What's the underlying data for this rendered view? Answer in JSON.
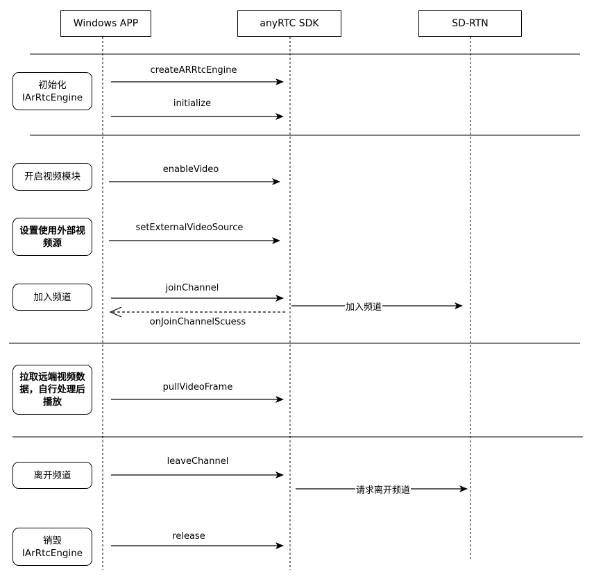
{
  "participants": [
    {
      "id": "app",
      "label": "Windows APP"
    },
    {
      "id": "sdk",
      "label": "anyRTC SDK"
    },
    {
      "id": "rtn",
      "label": "SD-RTN"
    }
  ],
  "steps": [
    {
      "label": "初始化\nIArRtcEngine",
      "bold": false
    },
    {
      "label": "开启视频模块",
      "bold": false
    },
    {
      "label": "设置使用外部视频源",
      "bold": true
    },
    {
      "label": "加入频道",
      "bold": false
    },
    {
      "label": "拉取远端视频数据，自行处理后播放",
      "bold": true
    },
    {
      "label": "离开频道",
      "bold": false
    },
    {
      "label": "销毁\nIArRtcEngine",
      "bold": false
    }
  ],
  "messages": [
    {
      "label": "createARRtcEngine",
      "from": "app",
      "to": "sdk",
      "style": "solid"
    },
    {
      "label": "initialize",
      "from": "app",
      "to": "sdk",
      "style": "solid"
    },
    {
      "label": "enableVideo",
      "from": "app",
      "to": "sdk",
      "style": "solid"
    },
    {
      "label": "setExternalVideoSource",
      "from": "app",
      "to": "sdk",
      "style": "solid"
    },
    {
      "label": "joinChannel",
      "from": "app",
      "to": "sdk",
      "style": "solid"
    },
    {
      "label": "加入频道",
      "from": "sdk",
      "to": "rtn",
      "style": "solid"
    },
    {
      "label": "onJoinChannelScuess",
      "from": "sdk",
      "to": "app",
      "style": "dashed"
    },
    {
      "label": "pullVideoFrame",
      "from": "app",
      "to": "sdk",
      "style": "solid"
    },
    {
      "label": "leaveChannel",
      "from": "app",
      "to": "sdk",
      "style": "solid"
    },
    {
      "label": "请求离开频道",
      "from": "sdk",
      "to": "rtn",
      "style": "solid"
    },
    {
      "label": "release",
      "from": "app",
      "to": "sdk",
      "style": "solid"
    }
  ]
}
